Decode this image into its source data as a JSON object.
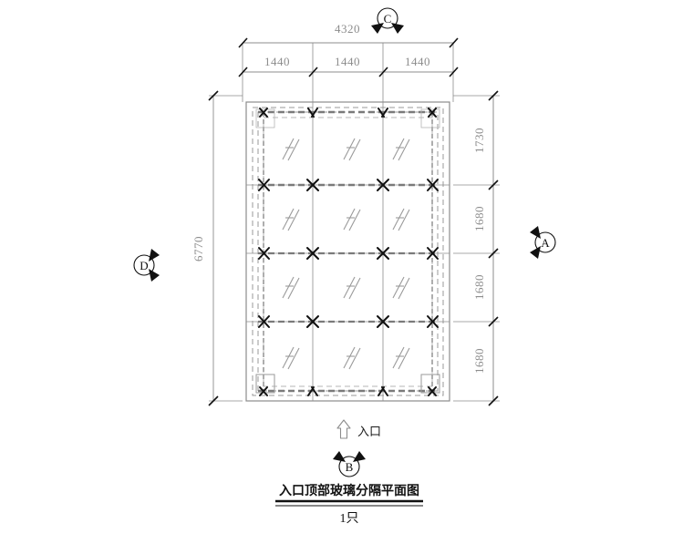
{
  "drawing": {
    "title": "入口顶部玻璃分隔平面图",
    "quantity_label": "1只",
    "entrance_label": "入口",
    "top_dimension": {
      "overall": "4320",
      "segments": [
        "1440",
        "1440",
        "1440"
      ]
    },
    "right_dimension": {
      "segments": [
        "1730",
        "1680",
        "1680",
        "1680"
      ]
    },
    "left_dimension": {
      "overall": "6770"
    },
    "markers": {
      "top": "C",
      "right": "A",
      "left": "D",
      "bottom": "B"
    },
    "colors": {
      "line_dark": "#111111",
      "line_gray": "#8c8c8c",
      "line_light": "#b5b5b5",
      "dashed_gray": "#9a9a9a",
      "background": "#ffffff"
    },
    "panel_grid": {
      "columns": 3,
      "rows": 4,
      "glass_symbol": "double-diagonal-hatch",
      "node_symbol": "spider-fitting-x"
    }
  }
}
